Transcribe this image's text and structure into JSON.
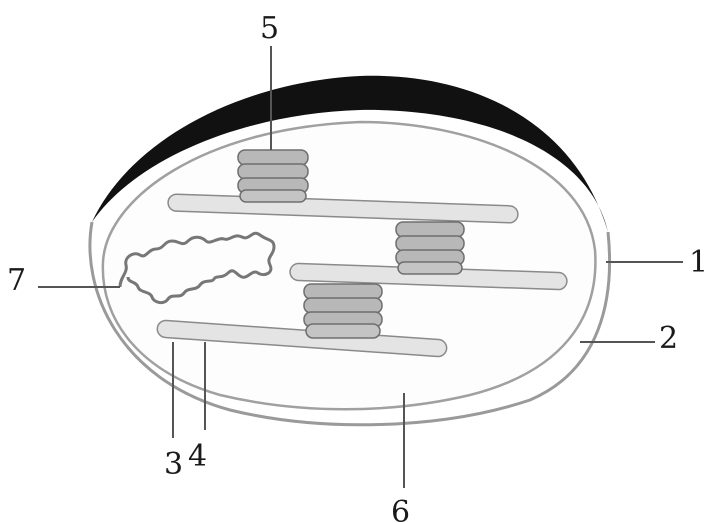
{
  "diagram": {
    "labels": {
      "l1": "1",
      "l2": "2",
      "l3": "3",
      "l4": "4",
      "l5": "5",
      "l6": "6",
      "l7": "7"
    }
  },
  "colors": {
    "outer_membrane_dark": "#111111",
    "membrane_line": "#9a9a9a",
    "lamella_fill": "#e4e4e4",
    "lamella_stroke": "#8a8a8a",
    "granum_disk": "#b8b8b8",
    "granum_edge": "#6e6e6e",
    "dna_strand": "#777777",
    "leader_line": "#555555"
  }
}
